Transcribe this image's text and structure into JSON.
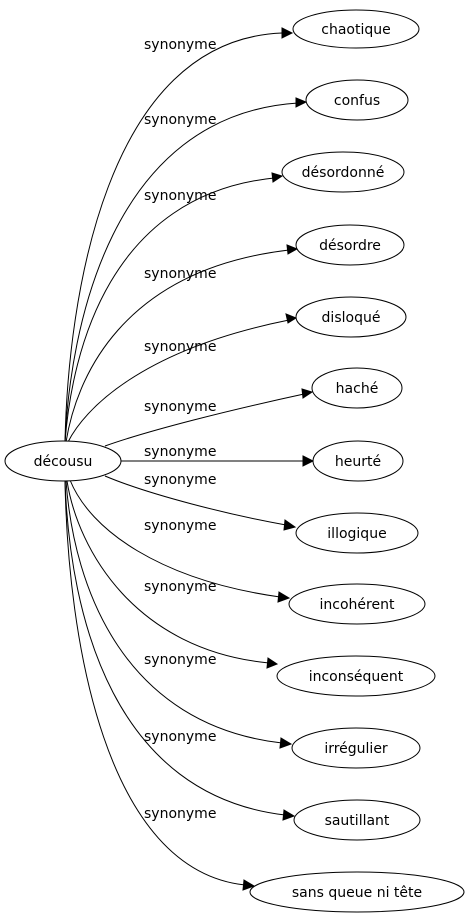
{
  "graph": {
    "center": "décousu",
    "relation_label": "synonyme",
    "targets": [
      "chaotique",
      "confus",
      "désordonné",
      "désordre",
      "disloqué",
      "haché",
      "heurté",
      "illogique",
      "incohérent",
      "inconséquent",
      "irrégulier",
      "sautillant",
      "sans queue ni tête"
    ],
    "colors": {
      "stroke": "#000000",
      "node_fill": "#ffffff",
      "text": "#000000"
    }
  }
}
